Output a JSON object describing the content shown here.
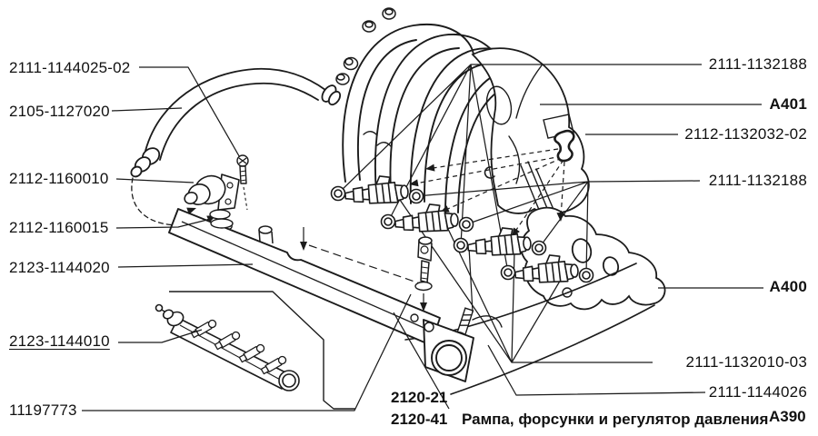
{
  "diagram": {
    "background_color": "#ffffff",
    "line_color": "#1b1b1b",
    "labels_left": [
      {
        "text": "2111-1144025-02"
      },
      {
        "text": "2105-1127020"
      },
      {
        "text": "2112-1160010"
      },
      {
        "text": "2112-1160015"
      },
      {
        "text": "2123-1144020"
      },
      {
        "text": "2123-1144010",
        "underline": true
      },
      {
        "text": "11197773"
      }
    ],
    "labels_right": [
      {
        "text": "2111-1132188"
      },
      {
        "text": "A401",
        "bold": true
      },
      {
        "text": "2112-1132032-02"
      },
      {
        "text": "2111-1132188"
      },
      {
        "text": "A400",
        "bold": true
      },
      {
        "text": "2111-1132010-03"
      },
      {
        "text": "2111-1144026"
      }
    ],
    "caption": {
      "code_line1": "2120-21",
      "code_line2": "2120-41",
      "title": "Рампа, форсунки и регулятор давления",
      "figure_ref": "А390"
    }
  }
}
